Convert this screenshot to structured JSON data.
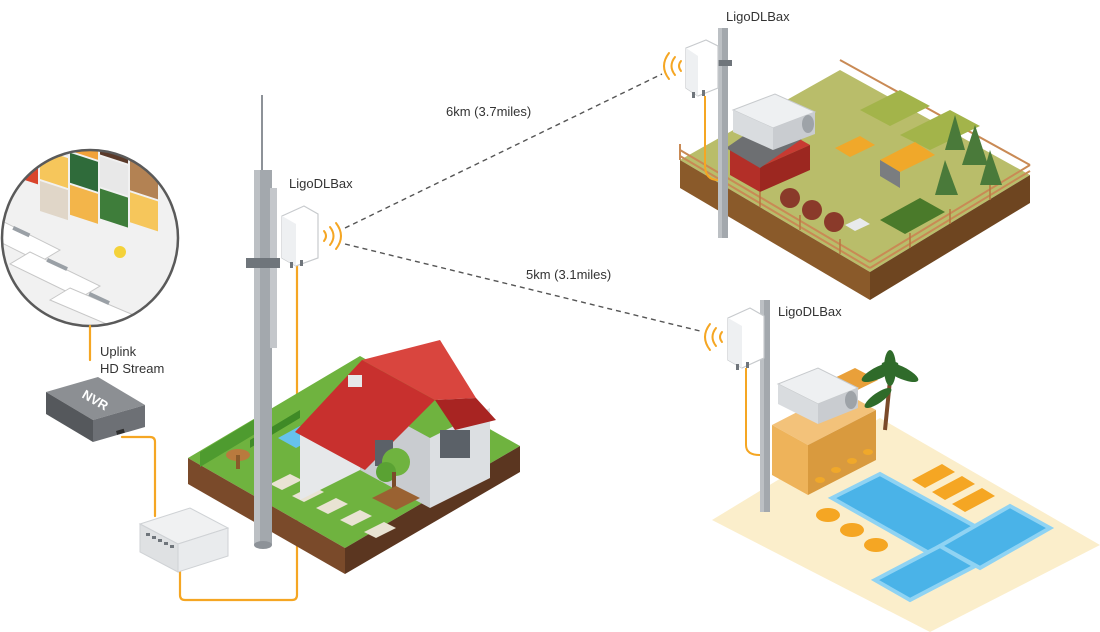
{
  "labels": {
    "radio_main": "LigoDLBax",
    "radio_farm": "LigoDLBax",
    "radio_pool": "LigoDLBax",
    "link_farm": "6km (3.7miles)",
    "link_pool": "5km (3.1miles)",
    "uplink_line1": "Uplink",
    "uplink_line2": "HD Stream",
    "nvr": "NVR"
  },
  "colors": {
    "cable": "#f5a623",
    "signal": "#f5a623",
    "link_line": "#555555",
    "grass": "#6fb33f",
    "roof": "#c8302e",
    "pole": "#a3a8ad",
    "water": "#4ab3e8",
    "sand": "#fbeecb",
    "field": "#b9bd6a",
    "fence": "#c98a55"
  },
  "icons": {
    "main_radio": "outdoor-radio-icon",
    "farm_radio": "outdoor-radio-icon",
    "pool_radio": "outdoor-radio-icon",
    "farm_camera": "security-camera-icon",
    "pool_camera": "security-camera-icon",
    "nvr": "nvr-recorder-icon",
    "switch": "network-switch-icon"
  }
}
